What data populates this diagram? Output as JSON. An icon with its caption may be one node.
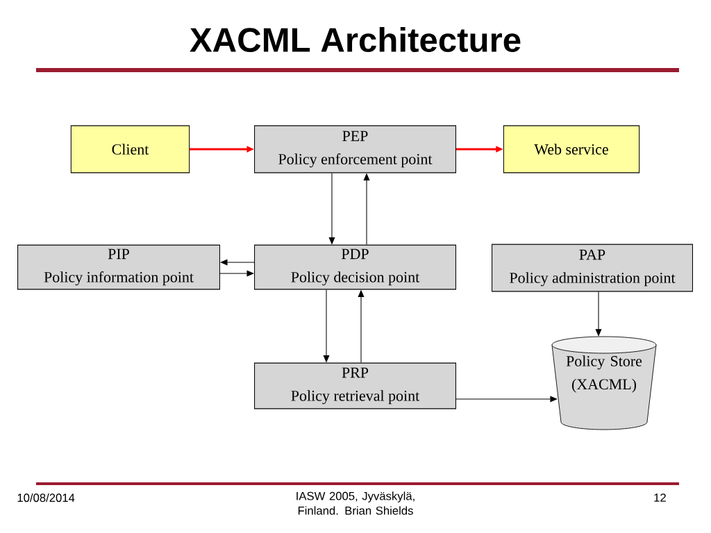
{
  "diagram": {
    "title": "XACML Architecture",
    "nodes": [
      {
        "text": [
          "Client"
        ]
      },
      {
        "text": [
          "PEP",
          "Policy enforcement point"
        ]
      },
      {
        "text": [
          "Web service"
        ]
      },
      {
        "text": [
          "PIP",
          "Policy information point"
        ]
      },
      {
        "text": [
          "PDP",
          "Policy decision point"
        ]
      },
      {
        "text": [
          "PAP",
          "Policy administration point"
        ]
      },
      {
        "text": [
          "PRP",
          "Policy retrieval point"
        ]
      },
      {
        "text": [
          "Policy Store (XACML)"
        ]
      }
    ],
    "edges": [
      {
        "from": 0,
        "to": 1,
        "arrow": "to",
        "style": "thick",
        "color": "#ff0000"
      },
      {
        "from": 1,
        "to": 2,
        "arrow": "to",
        "style": "thick",
        "color": "#ff0000"
      },
      {
        "from": 1,
        "to": 4,
        "arrow": "to"
      },
      {
        "from": 4,
        "to": 1,
        "arrow": "to"
      },
      {
        "from": 4,
        "to": 3,
        "arrow": "to"
      },
      {
        "from": 3,
        "to": 4,
        "arrow": "to"
      },
      {
        "from": 4,
        "to": 6,
        "arrow": "to"
      },
      {
        "from": 6,
        "to": 4,
        "arrow": "to"
      },
      {
        "from": 5,
        "to": 7,
        "arrow": "to"
      },
      {
        "from": 6,
        "to": 7,
        "arrow": "to"
      }
    ],
    "labels": [
      "10/08/2014",
      "IASW 2005, Jyväskylä, Finland. Brian Shields",
      "12"
    ]
  }
}
